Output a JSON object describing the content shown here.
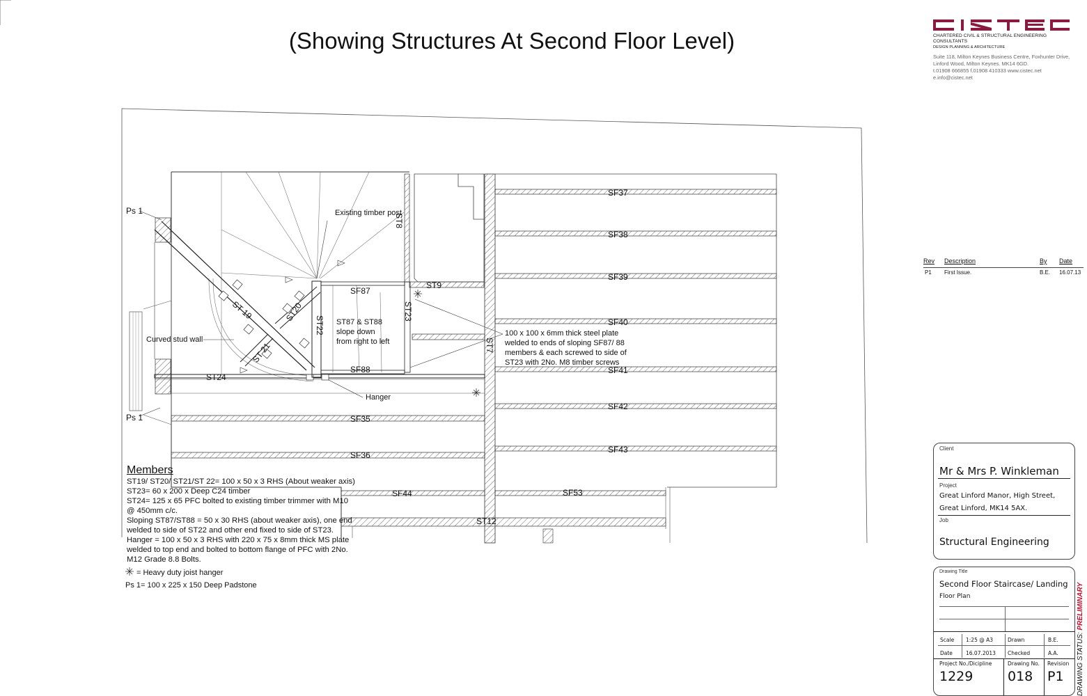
{
  "page_title": "(Showing Structures At Second Floor Level)",
  "firm": {
    "logo_text": "CISTEC",
    "name": "CHARTERED CIVIL & STRUCTURAL ENGINEERING CONSULTANTS",
    "disciplines": "DESIGN            PLANNING            &            ARCHITECTURE",
    "address_1": "Suite 118,      Milton Keynes Business Centre,      Foxhunter Drive,",
    "address_2": "Linford Wood,                      Milton Keynes.                  MK14 6GD.",
    "address_3": "t.01908 666855 f.01908 410333  www.cistec.net e.info@cistec.net"
  },
  "revision_table": {
    "headers": [
      "Rev",
      "Description",
      "By",
      "Date"
    ],
    "rows": [
      [
        "P1",
        "First Issue.",
        "B.E.",
        "16.07.13"
      ]
    ]
  },
  "client_box": {
    "client_label": "Client",
    "client": "Mr & Mrs P. Winkleman",
    "project_label": "Project",
    "project_line1": "Great Linford Manor, High Street,",
    "project_line2": "Great Linford, MK14 5AX.",
    "job_label": "Job",
    "job": "Structural Engineering"
  },
  "title_box": {
    "drawing_title_label": "Drawing Title",
    "drawing_title_1": "Second Floor Staircase/ Landing",
    "drawing_title_2": "Floor Plan",
    "scale_label": "Scale",
    "scale": "1:25 @ A3",
    "drawn_label": "Drawn",
    "drawn": "B.E.",
    "date_label": "Date",
    "date": "16.07.2013",
    "checked_label": "Checked",
    "checked": "A.A.",
    "project_no_label": "Project No./Dicipline",
    "project_no": "1229",
    "drawing_no_label": "Drawing No.",
    "drawing_no": "018",
    "revision_label": "Revision",
    "revision": "P1",
    "status_label": "DRAWING STATUS:",
    "status": "PRELIMINARY"
  },
  "plan_labels": {
    "sf37": "SF37",
    "sf38": "SF38",
    "sf39": "SF39",
    "sf40": "SF40",
    "sf41": "SF41",
    "sf42": "SF42",
    "sf43": "SF43",
    "sf35": "SF35",
    "sf36": "SF36",
    "sf44": "SF44",
    "sf53": "SF53",
    "st12": "ST12",
    "sf87": "SF87",
    "sf88": "SF88",
    "st9": "ST9",
    "st8": "ST8",
    "st23": "ST23",
    "st22": "ST22",
    "st7": "ST7",
    "st19": "ST 19",
    "st20": "ST20",
    "st21": "ST 21",
    "st24": "ST24",
    "ps1_top": "Ps 1",
    "ps1_bottom": "Ps 1",
    "existing_post": "Existing timber post",
    "curved_wall": "Curved stud wall",
    "hanger": "Hanger",
    "slope_note": "ST87 & ST88 slope down from right to left",
    "plate_note": "100 x 100 x 6mm thick steel plate welded to ends of sloping SF87/ 88 members & each screwed to side of ST23 with 2No. M8 timber screws"
  },
  "members": {
    "heading": "Members",
    "line1": "ST19/ ST20/ ST21/ST 22= 100 x 50 x 3 RHS (About weaker axis)",
    "line2": "ST23= 60 x 200 x Deep C24 timber",
    "line3": "ST24= 125 x 65 PFC bolted to existing timber trimmer with M10 @ 450mm c/c.",
    "line4": "Sloping ST87/ST88 = 50 x 30 RHS (about weaker axis), one end welded to side of ST22 and other end fixed to side of ST23.",
    "line5": "Hanger = 100 x 50 x 3 RHS with 220 x 75 x 8mm thick MS plate welded to top end and bolted to bottom flange of PFC with 2No. M12 Grade 8.8 Bolts."
  },
  "legend": {
    "hanger_symbol": "= Heavy duty joist hanger",
    "padstone": "Ps 1= 100 x 225 x 150 Deep Padstone"
  }
}
